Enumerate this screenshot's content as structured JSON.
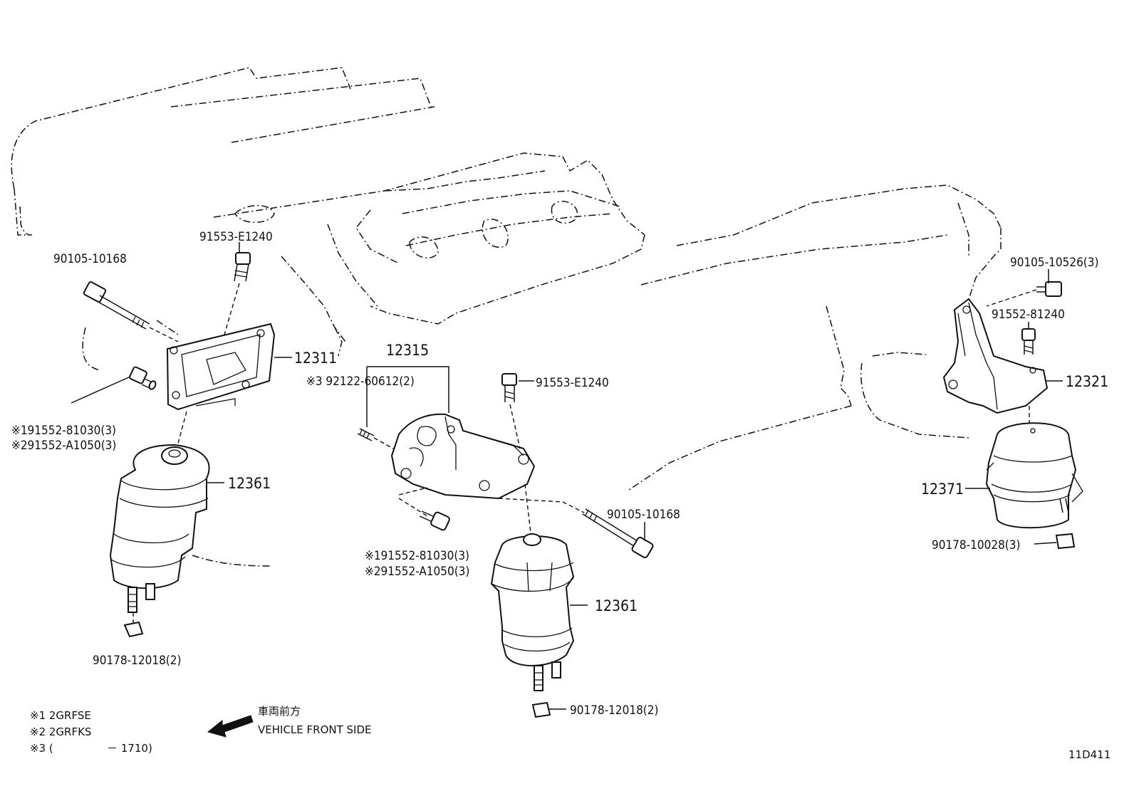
{
  "labels": {
    "bolt_90105_10168_left": "90105-10168",
    "bolt_91553_e1240_top": "91553-E1240",
    "bracket_12311": "12311",
    "bolt_91552_81030_left": "※191552-81030(3)",
    "bolt_91552_a1050_left": "※291552-A1050(3)",
    "insulator_12361_left": "12361",
    "nut_90178_12018_left": "90178-12018(2)",
    "bracket_12315": "12315",
    "stud_92122_60612": "※3 92122-60612(2)",
    "bolt_91553_e1240_mid": "91553-E1240",
    "bolt_91552_81030_mid": "※191552-81030(3)",
    "bolt_91552_a1050_mid": "※291552-A1050(3)",
    "bolt_90105_10168_mid": "90105-10168",
    "insulator_12361_mid": "12361",
    "nut_90178_12018_mid": "90178-12018(2)",
    "bolt_90105_10526": "90105-10526(3)",
    "bolt_91552_81240": "91552-81240",
    "bracket_12321": "12321",
    "insulator_12371": "12371",
    "nut_90178_10028": "90178-10028(3)"
  },
  "notes": {
    "note1": "※1 2GRFSE",
    "note2": "※2 2GRFKS",
    "note3_prefix": "※3 (",
    "note3_suffix": "－ 1710)"
  },
  "direction": {
    "jp": "車両前方",
    "en": "VEHICLE FRONT SIDE",
    "icon": "arrow-left-down"
  },
  "figure_id": "11D411"
}
